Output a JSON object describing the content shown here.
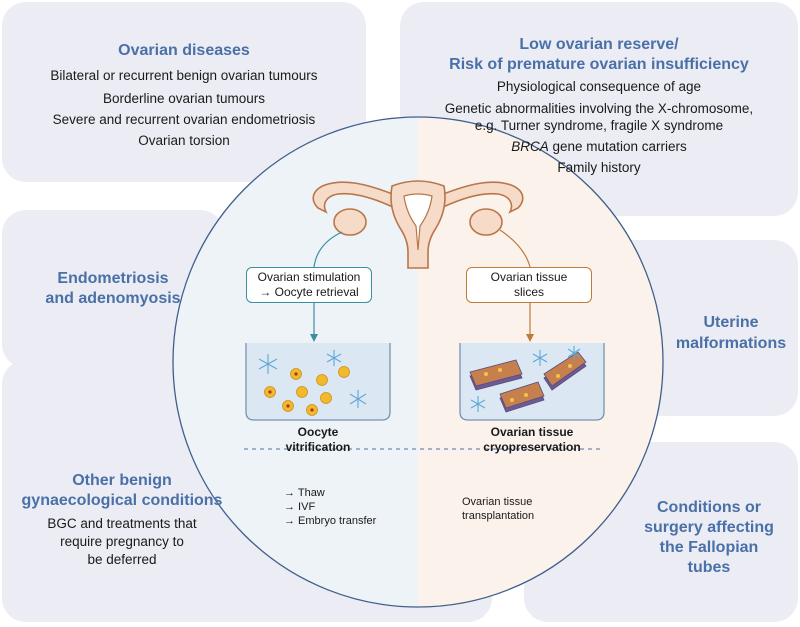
{
  "boxes": {
    "ovarian_diseases": {
      "title": "Ovarian diseases",
      "items": [
        "Bilateral or recurrent benign ovarian tumours",
        "Borderline ovarian tumours",
        "Severe and recurrent ovarian endometriosis",
        "Ovarian torsion"
      ]
    },
    "low_reserve": {
      "title_line1": "Low ovarian reserve/",
      "title_line2": "Risk of premature ovarian insufficiency",
      "items": [
        "Physiological consequence of age",
        "Genetic abnormalities involving the X-chromosome,",
        "e.g. Turner syndrome, fragile X syndrome",
        "BRCA",
        " gene mutation carriers",
        "Family history"
      ]
    },
    "endometriosis": {
      "title_line1": "Endometriosis",
      "title_line2": "and adenomyosis"
    },
    "uterine": {
      "title": "Uterine malformations"
    },
    "benign": {
      "title_line1": "Other benign",
      "title_line2": "gynaecological conditions",
      "items": [
        "BGC and treatments that",
        "require pregnancy to",
        "be deferred"
      ]
    },
    "fallopian": {
      "title_line1": "Conditions or",
      "title_line2": "surgery affecting",
      "title_line3": "the Fallopian",
      "title_line4": "tubes"
    }
  },
  "procedures": {
    "stimulation_line1": "Ovarian stimulation",
    "stimulation_line2": "→ Oocyte retrieval",
    "slices_line1": "Ovarian tissue",
    "slices_line2": "slices",
    "oocyte_caption_line1": "Oocyte",
    "oocyte_caption_line2": "vitrification",
    "tissue_caption_line1": "Ovarian tissue",
    "tissue_caption_line2": "cryopreservation",
    "left_steps": [
      "→ Thaw",
      "→ IVF",
      "→ Embryo transfer"
    ],
    "right_steps_line1": "Ovarian tissue",
    "right_steps_line2": "transplantation"
  },
  "colors": {
    "box_bg": "#ebecf4",
    "title_blue": "#4a70a8",
    "circle_stroke": "#3f5f8a",
    "left_half_bg": "#eef3f8",
    "right_half_bg": "#fbf2ec",
    "teal": "#3a8fa0",
    "orange": "#c07a3a"
  }
}
